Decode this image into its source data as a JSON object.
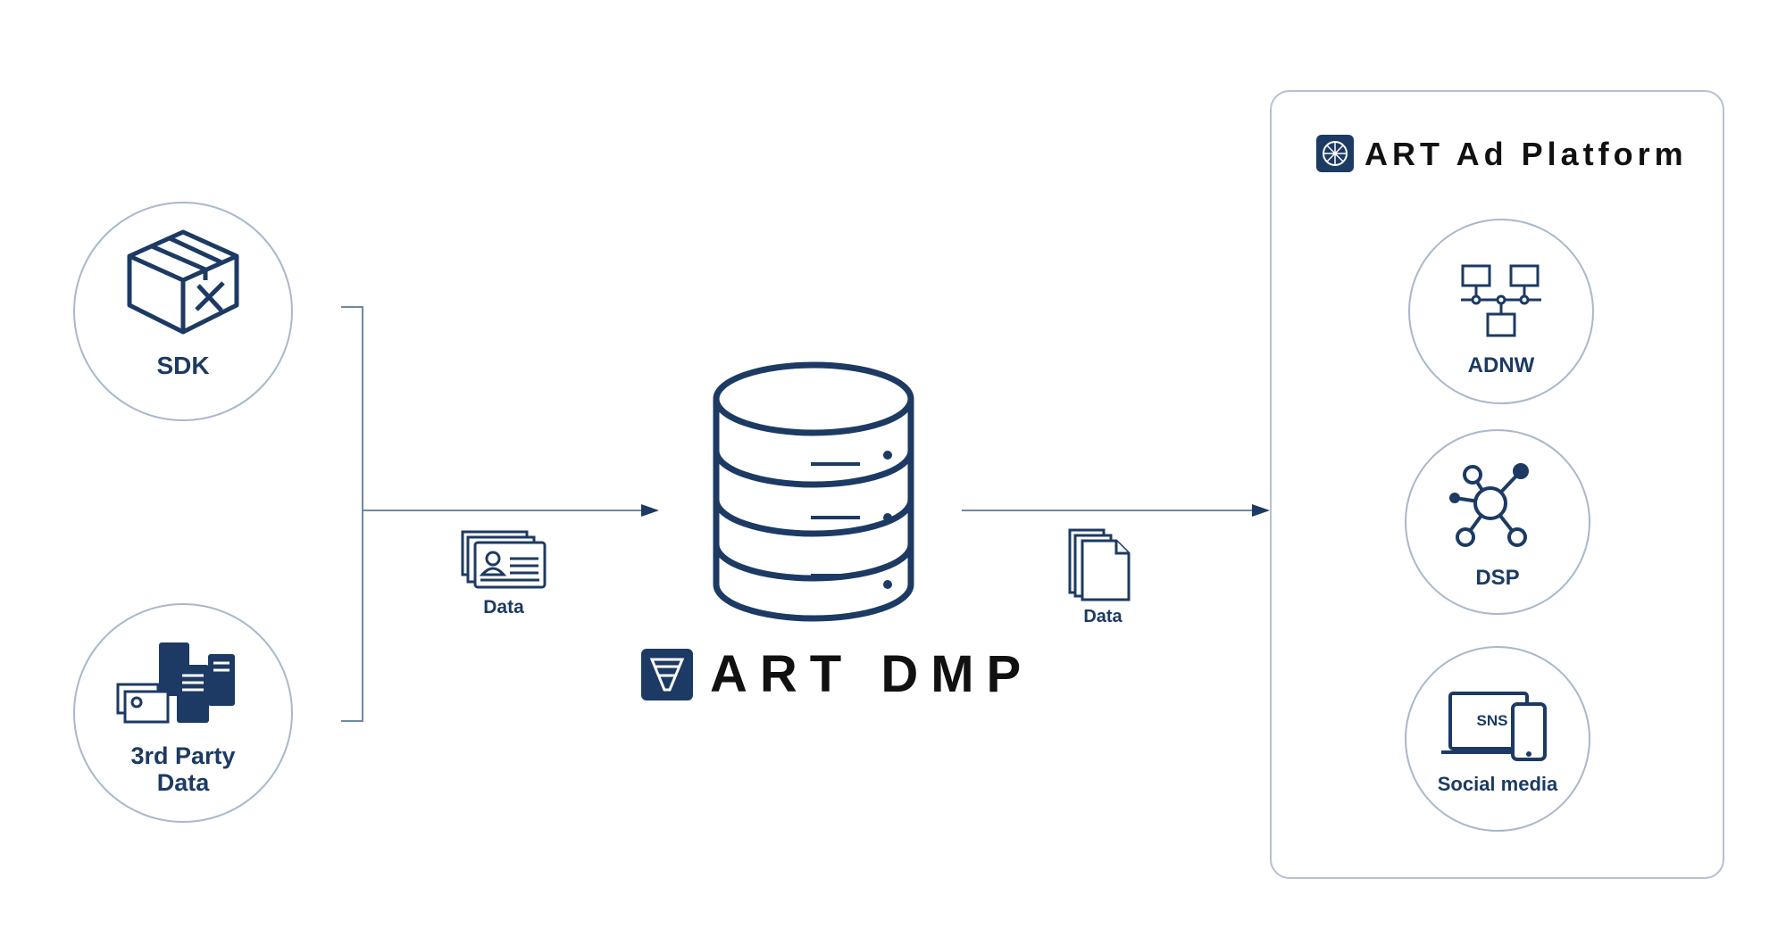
{
  "sources": [
    {
      "label": "SDK",
      "icon": "box-tools-icon"
    },
    {
      "label_line1": "3rd Party",
      "label_line2": "Data",
      "icon": "servers-cards-icon"
    }
  ],
  "flow_in": {
    "label": "Data",
    "icon": "id-cards-icon"
  },
  "center": {
    "title": "ART DMP",
    "icon": "database-icon",
    "logo": "funnel-logo-icon"
  },
  "flow_out": {
    "label": "Data",
    "icon": "documents-icon"
  },
  "platform": {
    "title": "ART Ad Platform",
    "items": [
      {
        "label": "ADNW",
        "icon": "network-icon"
      },
      {
        "label": "DSP",
        "icon": "hub-icon"
      },
      {
        "label": "Social media",
        "icon": "laptop-phone-icon",
        "screen_text": "SNS"
      }
    ]
  },
  "colors": {
    "primary": "#1c3a63",
    "line": "#6f87a6",
    "circle_border": "#a9b8cb"
  }
}
